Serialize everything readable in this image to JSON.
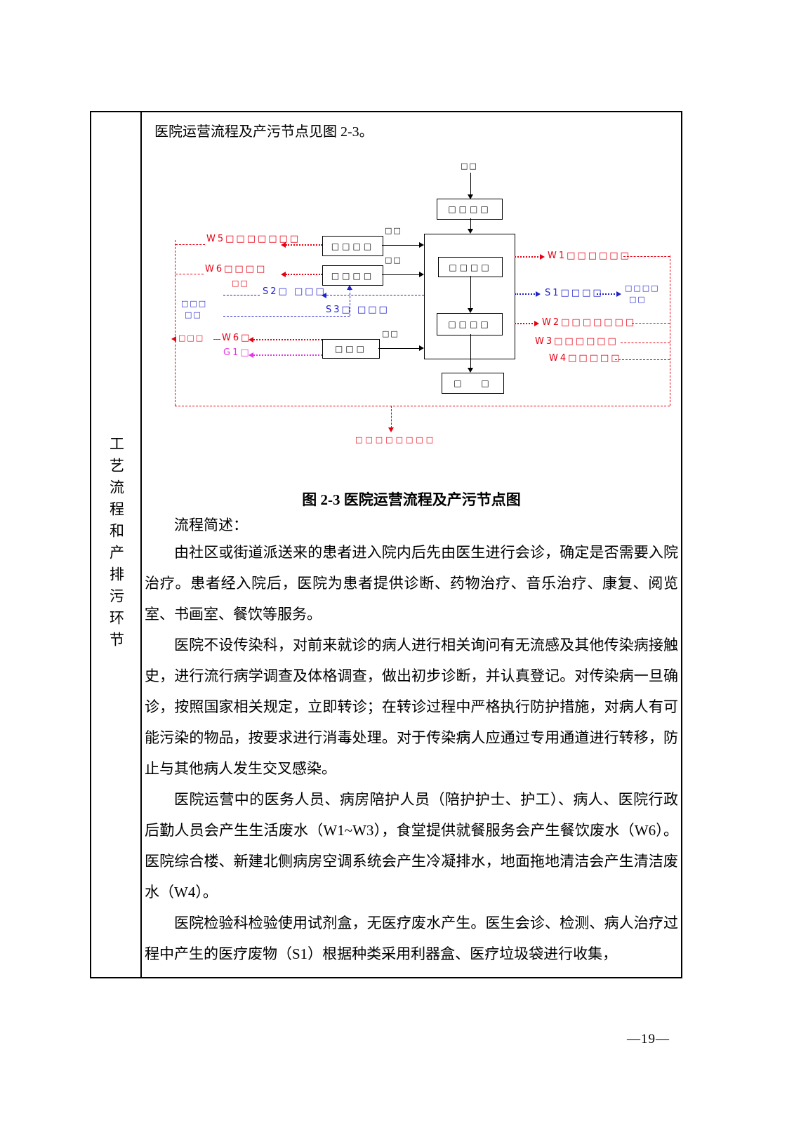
{
  "page": {
    "sidebar_label": "工艺流程和产排污环节",
    "intro": "医院运营流程及产污节点见图 2-3。",
    "caption": "图 2-3 医院运营流程及产污节点图",
    "summary_heading": "流程简述：",
    "paragraphs": [
      "由社区或街道派送来的患者进入院内后先由医生进行会诊，确定是否需要入院治疗。患者经入院后，医院为患者提供诊断、药物治疗、音乐治疗、康复、阅览室、书画室、餐饮等服务。",
      "医院不设传染科，对前来就诊的病人进行相关询问有无流感及其他传染病接触史，进行流行病学调查及体格调查，做出初步诊断，并认真登记。对传染病一旦确诊，按照国家相关规定，立即转诊；在转诊过程中严格执行防护措施，对病人有可能污染的物品，按要求进行消毒处理。对于传染病人应通过专用通道进行转移，防止与其他病人发生交叉感染。",
      "医院运营中的医务人员、病房陪护人员（陪护护士、护工）、病人、医院行政后勤人员会产生生活废水（W1~W3），食堂提供就餐服务会产生餐饮废水（W6）。医院综合楼、新建北侧病房空调系统会产生冷凝排水，地面拖地清洁会产生清洁废水（W4）。",
      "医院检验科检验使用试剂盒，无医疗废水产生。医生会诊、检测、病人治疗过程中产生的医疗废物（S1）根据种类采用利器盒、医疗垃圾袋进行收集，"
    ],
    "number": "—19—"
  },
  "flowchart": {
    "colors": {
      "red": "#e60012",
      "blue": "#2121cc",
      "magenta": "#e535e5",
      "black": "#000000"
    },
    "patient": "□□",
    "box_top": "□□□□",
    "box_inner1": "□□□□",
    "box_inner2": "□□□□",
    "box_bottom": "□ □",
    "left_box1": "□□□□",
    "left_box1_tag": "□□",
    "left_box2": "□□□□",
    "left_box2_tag": "□□",
    "left_box3": "□□□",
    "left_box3_tag": "□□",
    "w5": "W5□□□□□□□",
    "w6a": "W6□□□□",
    "w6a_sub": "□□",
    "s2": "S2□ □□□",
    "left_blue_line1": "□□□",
    "left_blue_line2": "□□",
    "s3": "S3□ □□□",
    "left_red": "□□□",
    "w6b": "W6□",
    "g1": "G1□",
    "w1": "W1□□□□□□",
    "s1": "S1□□□□",
    "right_blue_line1": "□□□□",
    "right_blue_line2": "□□",
    "w2": "W2□□□□□□□",
    "w3": "W3□□□□□□",
    "w4": "W4□□□□□",
    "drain": "□□□□□□□□"
  }
}
